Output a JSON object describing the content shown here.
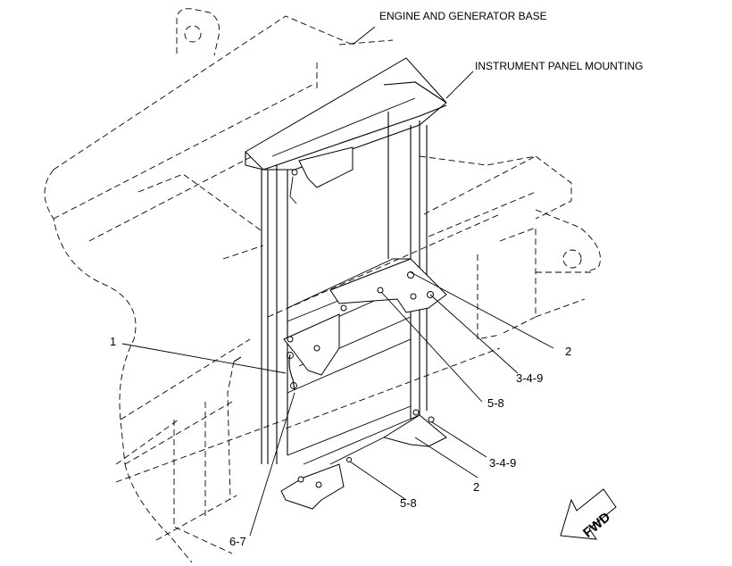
{
  "callouts": {
    "engine_generator_base": "ENGINE AND GENERATOR BASE",
    "instrument_panel_mounting": "INSTRUMENT PANEL MOUNTING",
    "item_1": "1",
    "item_2_upper": "2",
    "item_3_4_9_upper": "3-4-9",
    "item_5_8_upper": "5-8",
    "item_3_4_9_lower": "3-4-9",
    "item_2_lower": "2",
    "item_5_8_lower": "5-8",
    "item_6_7": "6-7"
  },
  "direction_arrow": {
    "label": "FWD",
    "icon": "forward-arrow-icon"
  }
}
